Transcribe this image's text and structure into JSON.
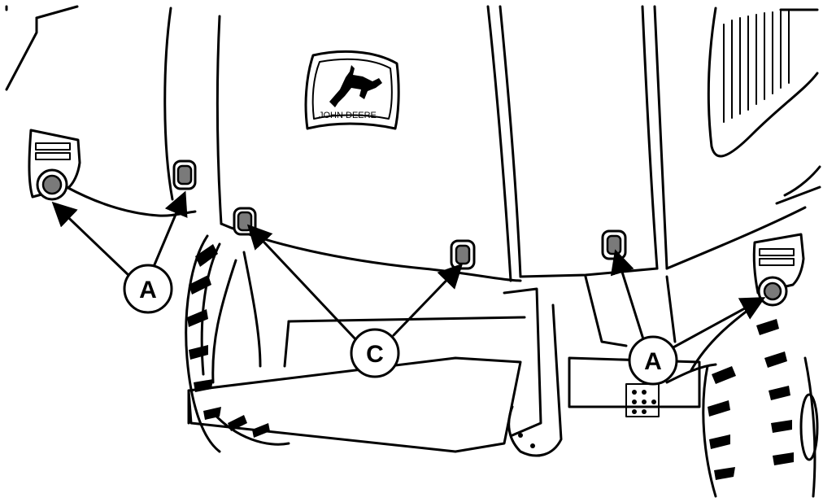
{
  "logo": {
    "text": "JOHN DEERE"
  },
  "callouts": {
    "left_a": "A",
    "center_c": "C",
    "right_a": "A"
  },
  "colors": {
    "ink": "#000000",
    "paper": "#ffffff",
    "lens": "#7a7a7a"
  }
}
